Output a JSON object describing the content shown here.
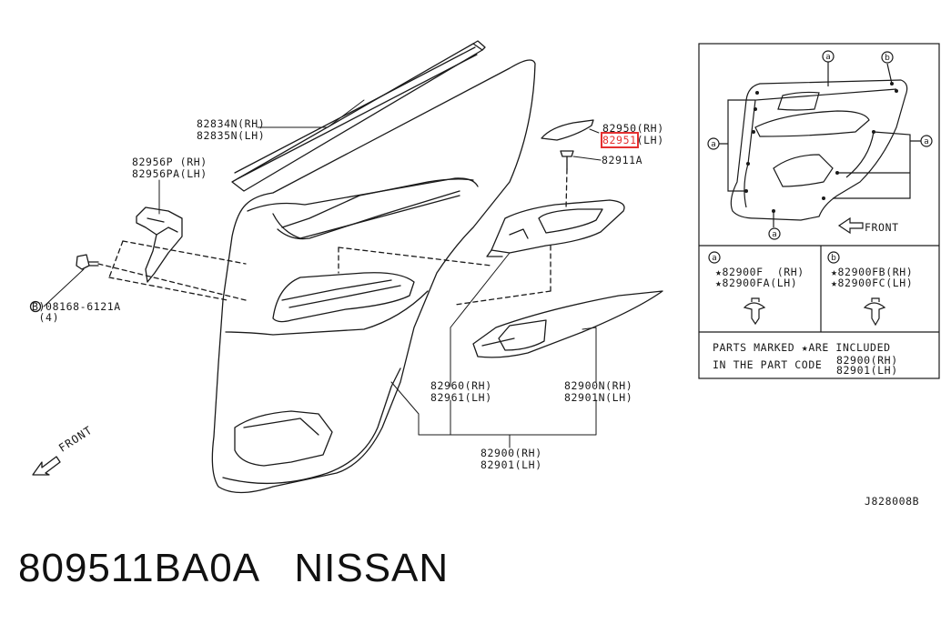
{
  "main": {
    "callouts": {
      "weatherstrip": [
        "82834N(RH)",
        "82835N(LH)"
      ],
      "bracket": [
        "82956P (RH)",
        "82956PA(LH)"
      ],
      "bolt": [
        "B)08168-6121A",
        " (4)"
      ],
      "armrest_finisher": [
        "82950(RH)",
        "(LH)"
      ],
      "armrest_finisher_lh_part": "82951",
      "screw": "82911A",
      "pull_handle": [
        "82960(RH)",
        "82961(LH)"
      ],
      "lower_panel": [
        "82900N(RH)",
        "82901N(LH)"
      ],
      "door_trim": [
        "82900(RH)",
        "82901(LH)"
      ],
      "front_label": "FRONT",
      "diagram_code": "J828008B"
    },
    "inset": {
      "front_label": "FRONT",
      "marker_a": "a",
      "marker_b": "b",
      "clip_a_lines": [
        "★82900F  (RH)",
        "★82900FA(LH)"
      ],
      "clip_b_lines": [
        "★82900FB(RH)",
        "★82900FC(LH)"
      ],
      "note_line1": "PARTS MARKED ★ARE INCLUDED",
      "note_line2": "IN THE PART CODE",
      "note_codes": [
        "82900(RH)",
        "82901(LH)"
      ]
    }
  },
  "footer": {
    "part_number": "809511BA0A",
    "brand": "NISSAN"
  },
  "colors": {
    "line": "#1a1a1a",
    "highlight": "#e53030",
    "background": "#ffffff"
  }
}
